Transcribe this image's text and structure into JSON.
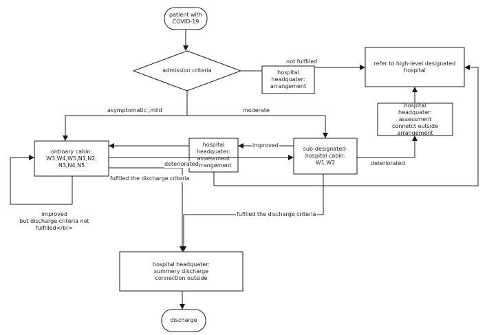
{
  "nodes": {
    "start": "patient with\nCOVID-19",
    "admission": "admission criteria",
    "hq_arrangement": "hospital\nheadquater:\narrangement",
    "high_level": "refer to high-level designated\nhospital",
    "hq_assessment_outside": "hospital\nheadquater:\nassessment\nconnetct outside\narrangement",
    "ordinary_cabin": "ordinary cabin:\nW3,W4,W5,N1,N2,\nN3,N4,N5",
    "hq_assessment": "hospital\nheadquater:\nassessment\narrangement",
    "sub_designated": "sub-designated-\nhospital cabin:\nW1,W2",
    "hq_discharge": "hospital headquater:\nsummery discharge\nconnection  outside",
    "discharge": "discharge"
  },
  "edge_labels": {
    "not_fulfilled": "not fulfilled",
    "asymptomatic": "asymptomatic ,mild",
    "moderate": "moderate",
    "improved_mid": "improved",
    "deteriorated_left": "deteriorated",
    "deteriorated_right": "deteriorated",
    "fulfilled_left": "fufilled the discharge criteria",
    "fulfilled_right": "fufilled the discharge criteria",
    "improved_loop": "improved\nbut discharge criteria not fulfilled</br>"
  }
}
